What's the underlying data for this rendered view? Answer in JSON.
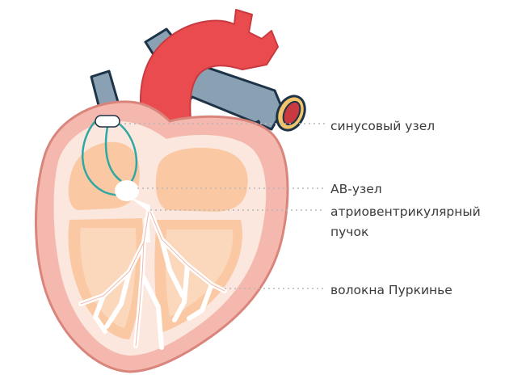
{
  "labels": {
    "sa_node": "синусовый узел",
    "av_node": "АВ-узел",
    "av_bundle": "атриовентрикулярный пучок",
    "purkinje": "волокна Пуркинье"
  },
  "colors": {
    "aorta": "#ea4b4f",
    "aorta_shadow": "#c83a3f",
    "vessel_blue": "#8aa0b3",
    "vessel_blue_dark": "#2c4156",
    "outline": "#1d3347",
    "myocardium": "#f5b8ae",
    "cavity": "#fbe7dd",
    "chamber": "#fac8a3",
    "chamber_light": "#fbd8bc",
    "conduction": "#ffffff",
    "sa_path": "#2fa8a3",
    "leader": "#b7b7b7",
    "text": "#3b3b3b"
  }
}
